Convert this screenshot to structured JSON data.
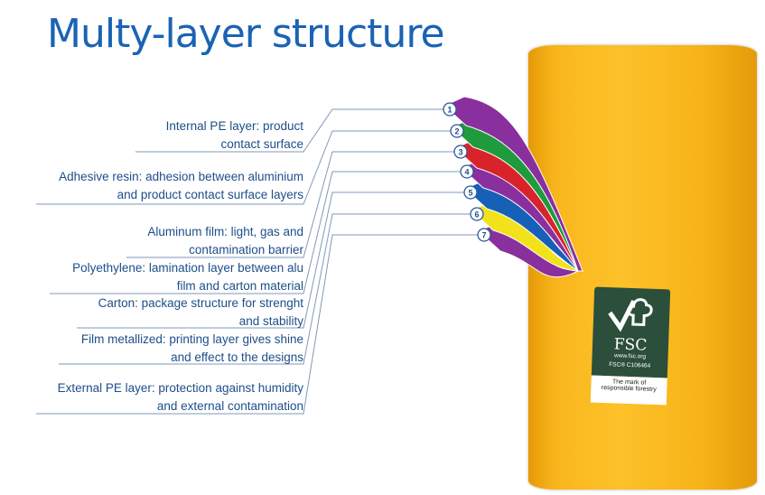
{
  "title": "Multy-layer structure",
  "layers": [
    {
      "number": "1",
      "lines": [
        "Internal PE layer: product",
        "contact surface"
      ],
      "color": "#8a2f9e"
    },
    {
      "number": "2",
      "lines": [
        "Adhesive resin: adhesion between aluminium",
        "and product contact surface layers"
      ],
      "color": "#1f9a3c"
    },
    {
      "number": "3",
      "lines": [
        "Aluminum film: light, gas and",
        "contamination barrier"
      ],
      "color": "#d9232a"
    },
    {
      "number": "4",
      "lines": [
        "Polyethylene:  lamination layer between alu",
        "film and carton material"
      ],
      "color": "#8a2f9e"
    },
    {
      "number": "5",
      "lines": [
        "Carton: package structure for strenght",
        "and stability"
      ],
      "color": "#1660b8"
    },
    {
      "number": "6",
      "lines": [
        "Film  metallized: printing layer  gives shine",
        "and effect  to the designs"
      ],
      "color": "#f1e21c"
    },
    {
      "number": "7",
      "lines": [
        "External PE layer: protection against humidity",
        "and external contamination"
      ],
      "color": "#8a2f9e"
    }
  ],
  "fsc": {
    "logo": "FSC",
    "url": "www.fsc.org",
    "code": "FSC® C106464",
    "tagline": [
      "The mark of",
      "responsible forestry"
    ]
  }
}
